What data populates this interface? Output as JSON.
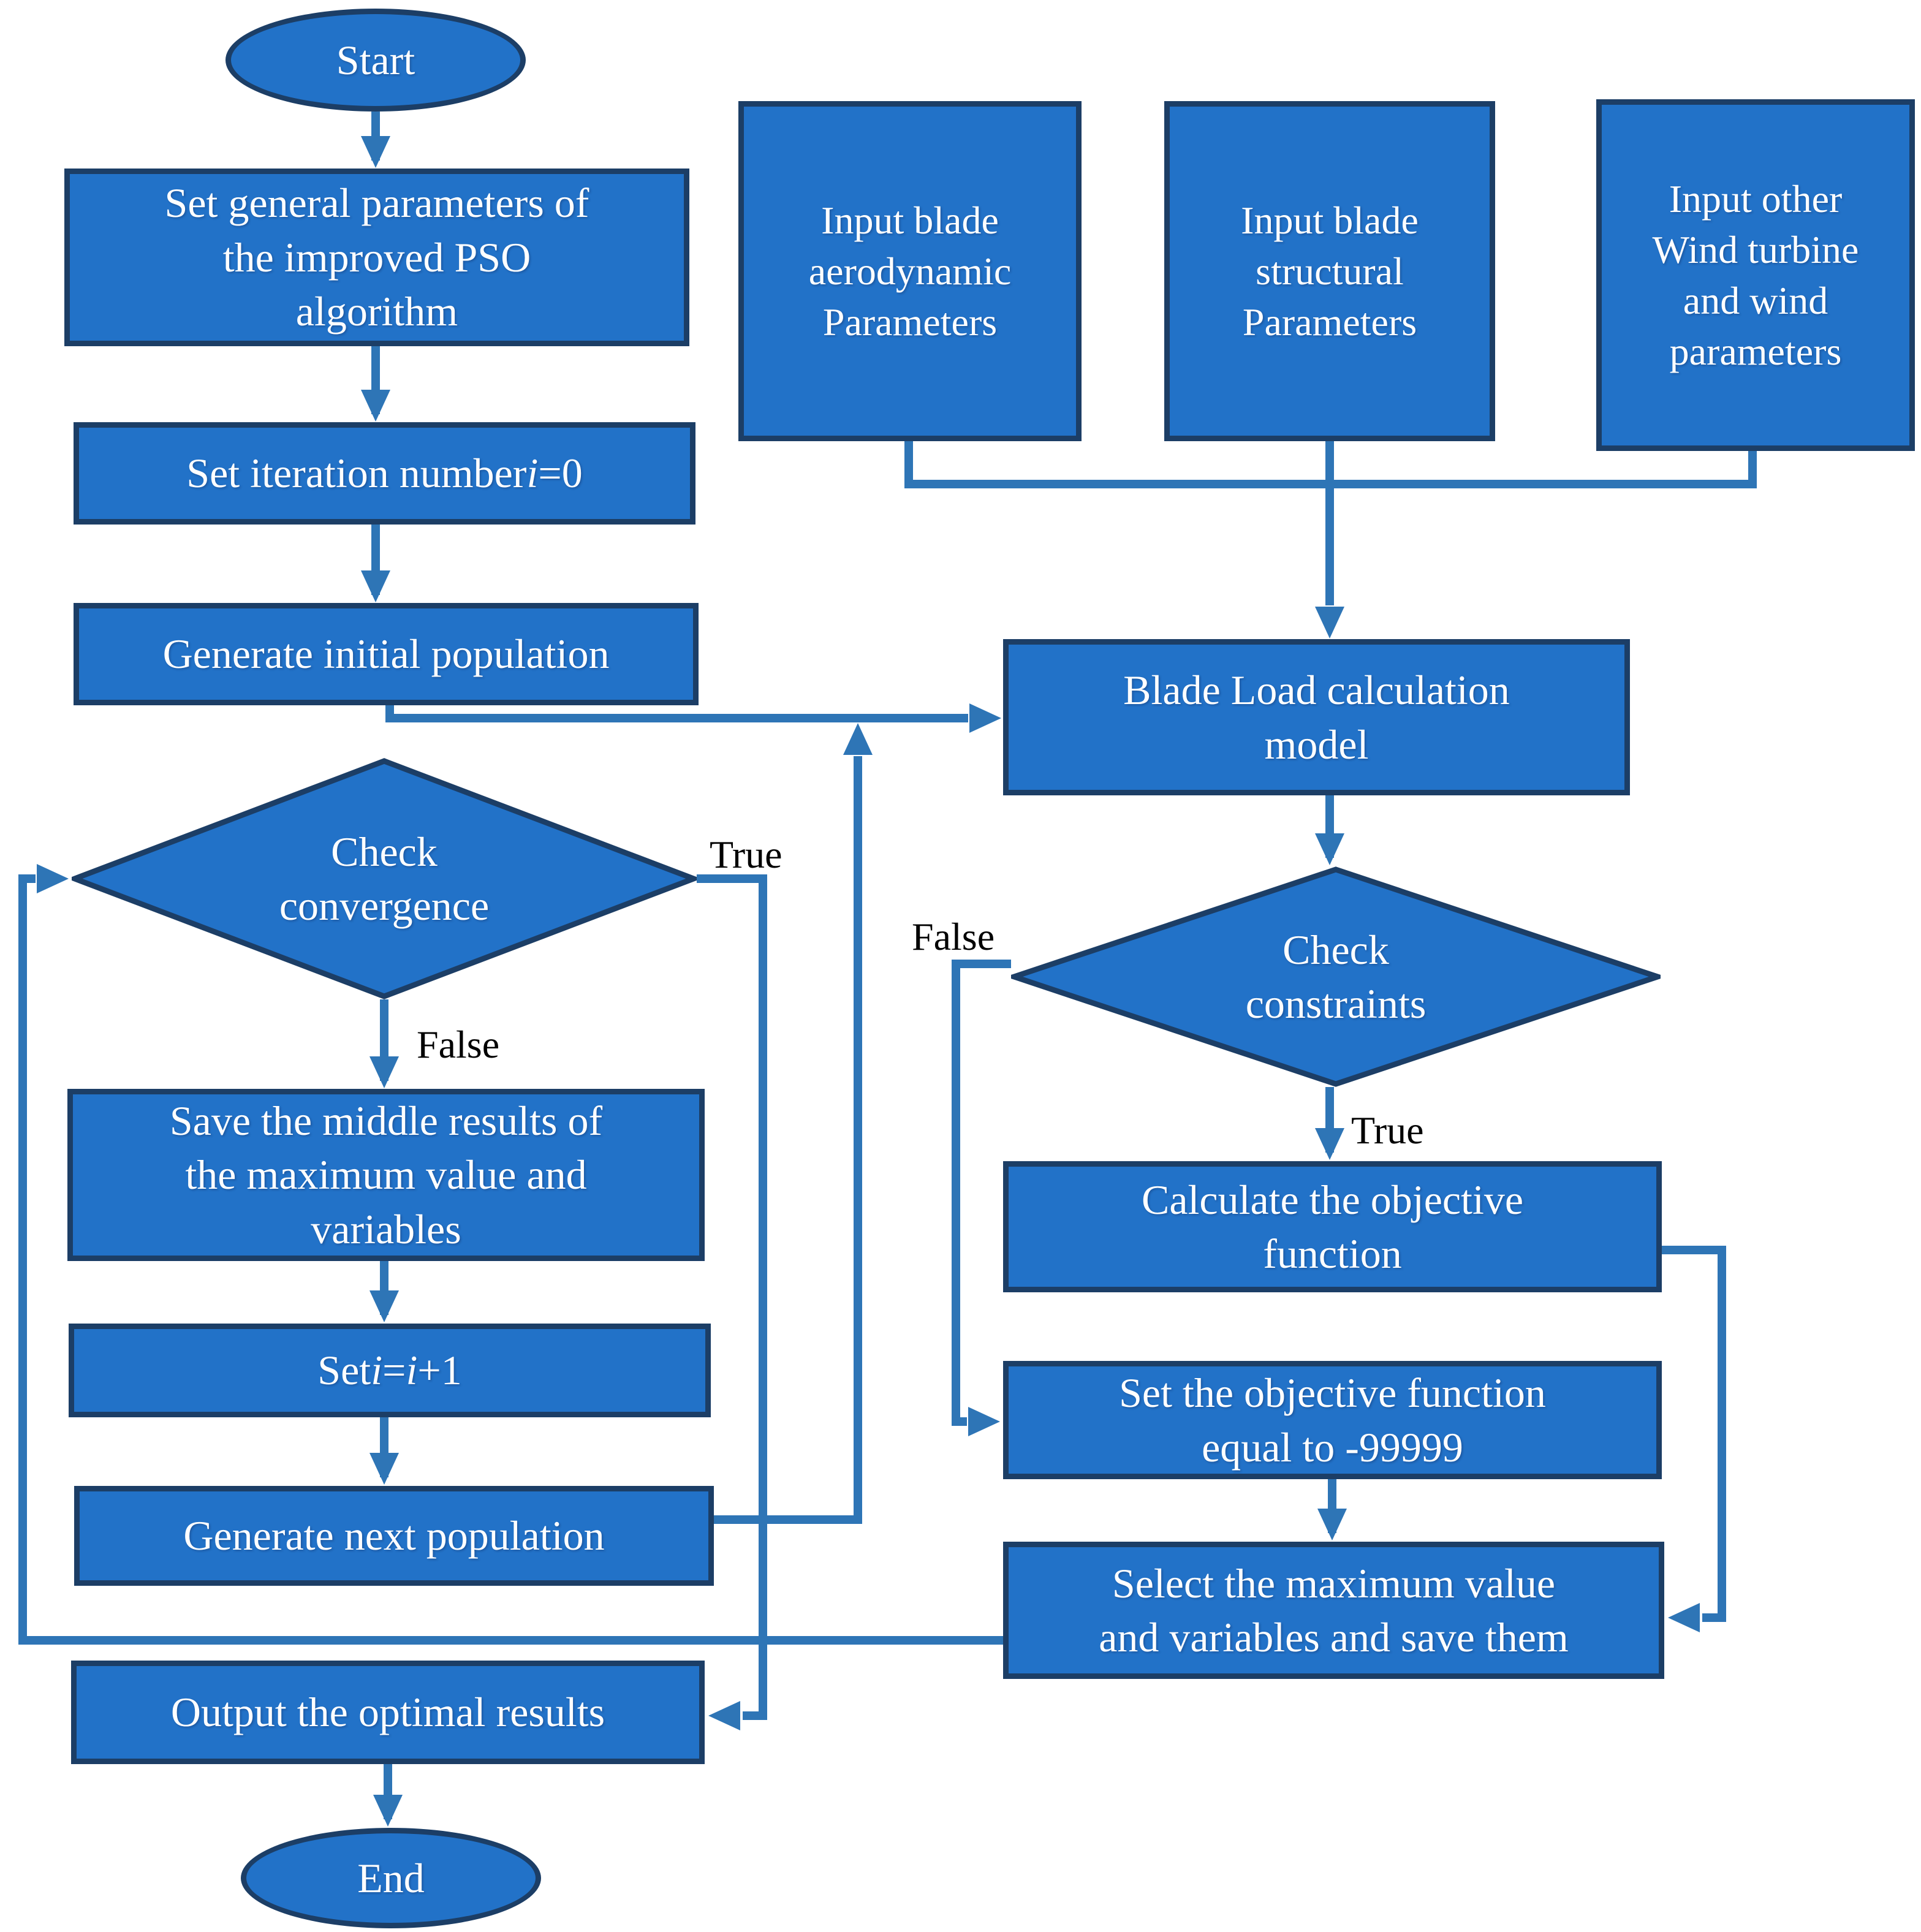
{
  "figure": {
    "type": "flowchart",
    "description": "Optimization flow chart of improved PSO algorithm for wind turbine blade design"
  },
  "colors": {
    "shape_fill": "#2272C8",
    "shape_border": "#1C3E66",
    "connector": "#2E75B6",
    "text_color": "#FFFFFF",
    "label_color": "#000000",
    "background": "#FFFFFF"
  },
  "nodes": {
    "start": {
      "label": "Start",
      "shape": "ellipse"
    },
    "set_general": {
      "label": "Set general parameters of\nthe improved PSO\nalgorithm",
      "shape": "rect"
    },
    "set_iteration": {
      "label_html": "Set iteration number <i>i</i>=0",
      "label": "Set iteration number i=0",
      "shape": "rect"
    },
    "generate_initial": {
      "label": "Generate initial population",
      "shape": "rect"
    },
    "check_convergence": {
      "label": "Check\nconvergence",
      "shape": "diamond"
    },
    "save_middle": {
      "label": "Save the middle results of\nthe maximum value and\nvariables",
      "shape": "rect"
    },
    "set_increment": {
      "label_html": "Set <i>i</i>=<i>i</i>+1",
      "label": "Set i=i+1",
      "shape": "rect"
    },
    "generate_next": {
      "label": "Generate next population",
      "shape": "rect"
    },
    "output_results": {
      "label": "Output the optimal results",
      "shape": "rect"
    },
    "end": {
      "label": "End",
      "shape": "ellipse"
    },
    "input_aero": {
      "label": "Input blade\naerodynamic\nParameters",
      "shape": "rect"
    },
    "input_structural": {
      "label": "Input blade\nstructural\nParameters",
      "shape": "rect"
    },
    "input_other": {
      "label": "Input other\nWind turbine\nand wind\nparameters",
      "shape": "rect"
    },
    "blade_load": {
      "label": "Blade Load calculation\nmodel",
      "shape": "rect"
    },
    "check_constraints": {
      "label": "Check\nconstraints",
      "shape": "diamond"
    },
    "calc_objective": {
      "label": "Calculate the objective\nfunction",
      "shape": "rect"
    },
    "set_objective": {
      "label": "Set the objective function\nequal to -99999",
      "shape": "rect"
    },
    "select_max": {
      "label": "Select the maximum value\nand variables and save them",
      "shape": "rect"
    }
  },
  "edge_labels": {
    "convergence_true": "True",
    "convergence_false": "False",
    "constraints_true": "True",
    "constraints_false": "False"
  }
}
